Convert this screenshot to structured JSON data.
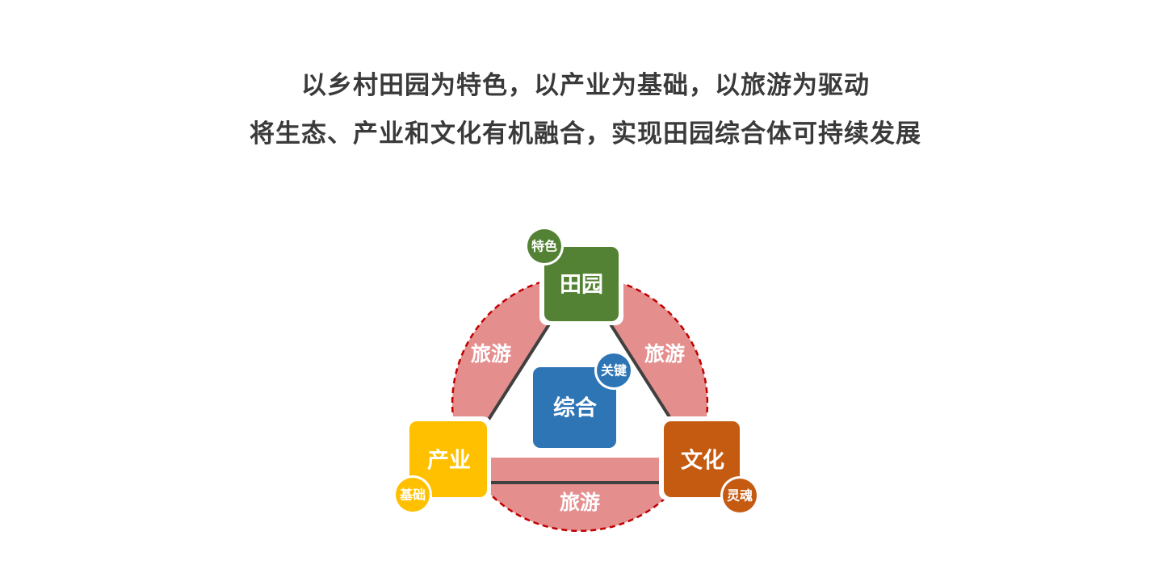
{
  "title": {
    "line1": "以乡村田园为特色，以产业为基础，以旅游为驱动",
    "line2": "将生态、产业和文化有机融合，实现田园综合体可持续发展"
  },
  "diagram": {
    "ring_segments": [
      {
        "id": "left",
        "label": "旅游"
      },
      {
        "id": "right",
        "label": "旅游"
      },
      {
        "id": "bottom",
        "label": "旅游"
      }
    ],
    "nodes": {
      "top": {
        "label": "田园",
        "badge": "特色",
        "color": "#548235"
      },
      "left": {
        "label": "产业",
        "badge": "基础",
        "color": "#FFC000"
      },
      "right": {
        "label": "文化",
        "badge": "灵魂",
        "color": "#C55A11"
      },
      "center": {
        "label": "综合",
        "badge": "关键",
        "color": "#2E75B6"
      }
    },
    "colors": {
      "ring_fill": "#E58E8E",
      "ring_dash": "#C00000",
      "triangle_edge": "#404040"
    }
  }
}
